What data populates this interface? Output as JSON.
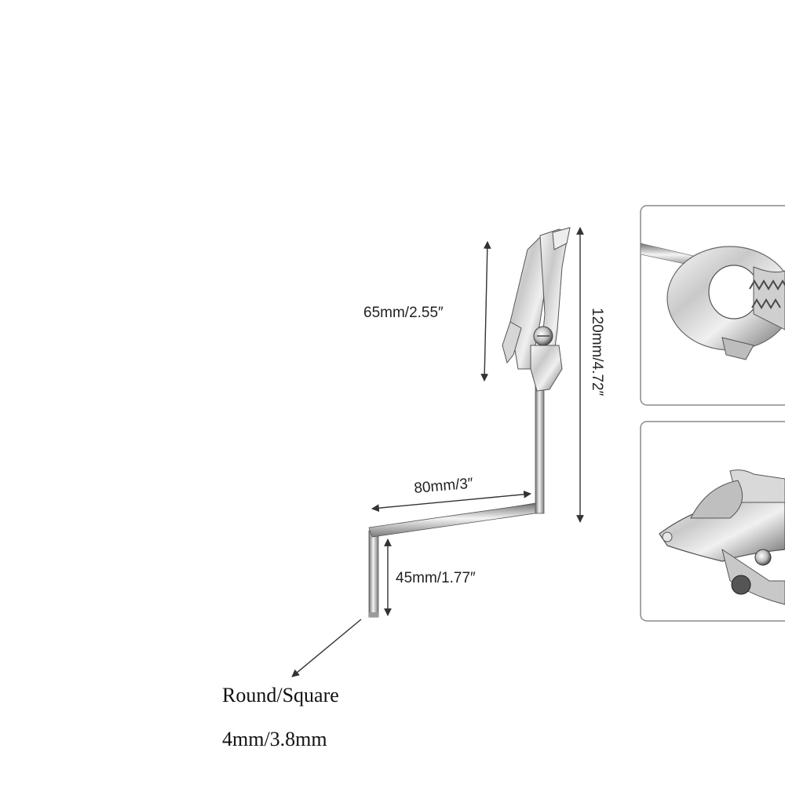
{
  "dimensions": {
    "clip_height": "65mm/2.55″",
    "total_height": "120mm/4.72″",
    "arm_length": "80mm/3″",
    "post_height": "45mm/1.77″"
  },
  "material": {
    "line1": "Round/Square",
    "line2": "4mm/3.8mm"
  },
  "colors": {
    "metal_light": "#f2f2f2",
    "metal_mid": "#bdbdbd",
    "metal_dark": "#6e6e6e",
    "inset_border": "#8a8a8a"
  }
}
